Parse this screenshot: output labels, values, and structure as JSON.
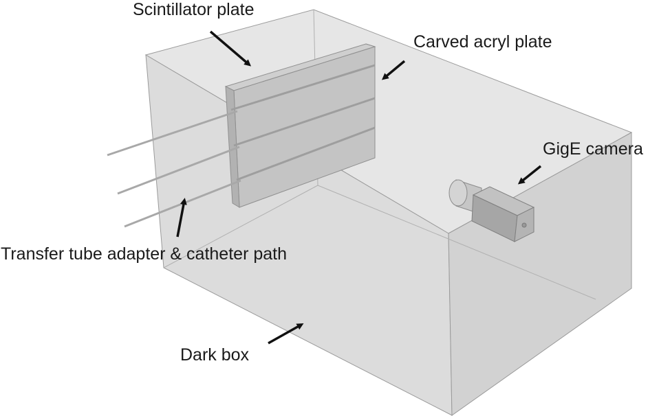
{
  "labels": {
    "scintillator": "Scintillator plate",
    "acryl": "Carved acryl plate",
    "camera": "GigE camera",
    "tube": "Transfer tube adapter & catheter path",
    "darkbox": "Dark box"
  },
  "colors": {
    "box_fill": "#d9d9d9",
    "box_edge": "#9a9a9a",
    "plate_fill": "#bdbdbd",
    "tube_color": "#b0b0b0",
    "camera_body": "#a9a9a9",
    "camera_lens": "#c8c8c8",
    "arrow": "#111111",
    "text": "#1a1a1a"
  }
}
